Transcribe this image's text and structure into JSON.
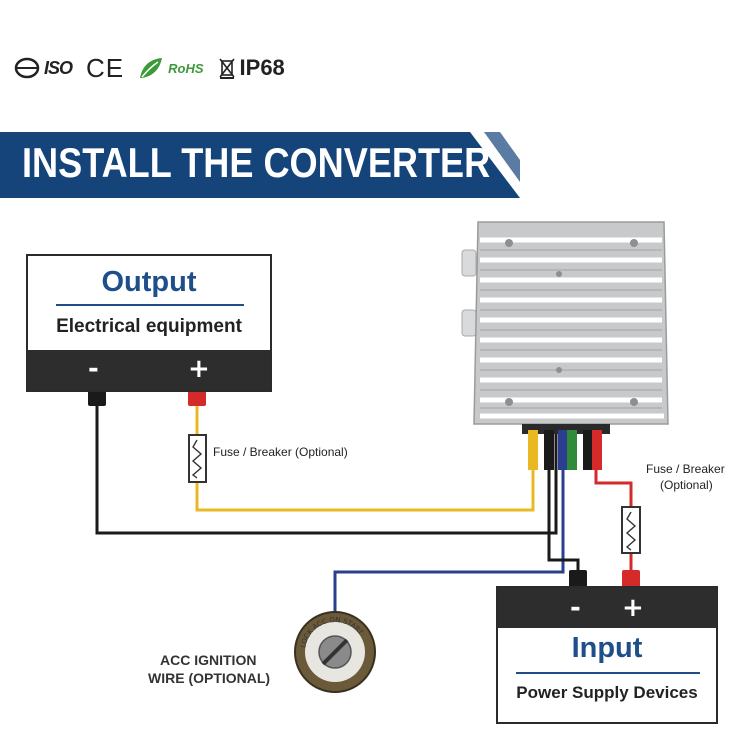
{
  "certifications": {
    "iso": "ISO",
    "ce": "CE",
    "rohs": "RoHS",
    "ip": "IP68"
  },
  "banner": {
    "title": "INSTALL THE CONVERTER",
    "color": "#15447b"
  },
  "output_box": {
    "title": "Output",
    "subtitle": "Electrical equipment",
    "minus": "-",
    "plus": "+"
  },
  "input_box": {
    "title": "Input",
    "subtitle": "Power Supply Devices",
    "minus": "-",
    "plus": "+"
  },
  "fuse_output": {
    "label": "Fuse / Breaker (Optional)"
  },
  "fuse_input": {
    "line1": "Fuse / Breaker",
    "line2": "(Optional)"
  },
  "ignition": {
    "line1": "ACC IGNITION",
    "line2": "WIRE (OPTIONAL)",
    "dial_text": "LOCK ACC ON START"
  },
  "wire_colors": {
    "yellow": "#e8b923",
    "black": "#1a1a1a",
    "blue": "#2c3e8f",
    "green": "#2f8a3a",
    "red": "#d42a2a"
  }
}
